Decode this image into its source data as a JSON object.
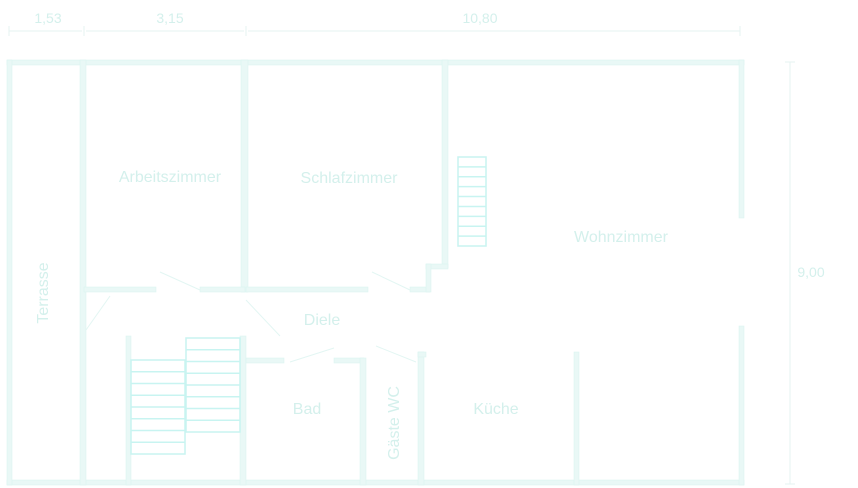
{
  "colors": {
    "wall": "#e9f8f6",
    "wall_edge": "#d8f3ef",
    "label": "#d4f0ec",
    "stair": "#c8f4f1",
    "dimension": "#e6f3f2"
  },
  "dimensions": {
    "top": [
      "1,53",
      "3,15",
      "10,80"
    ],
    "right": "9,00"
  },
  "rooms": {
    "terrace": "Terrasse",
    "office": "Arbeitszimmer",
    "bedroom": "Schlafzimmer",
    "living": "Wohnzimmer",
    "hall": "Diele",
    "bath": "Bad",
    "guest_wc": "Gäste WC",
    "kitchen": "Küche"
  }
}
